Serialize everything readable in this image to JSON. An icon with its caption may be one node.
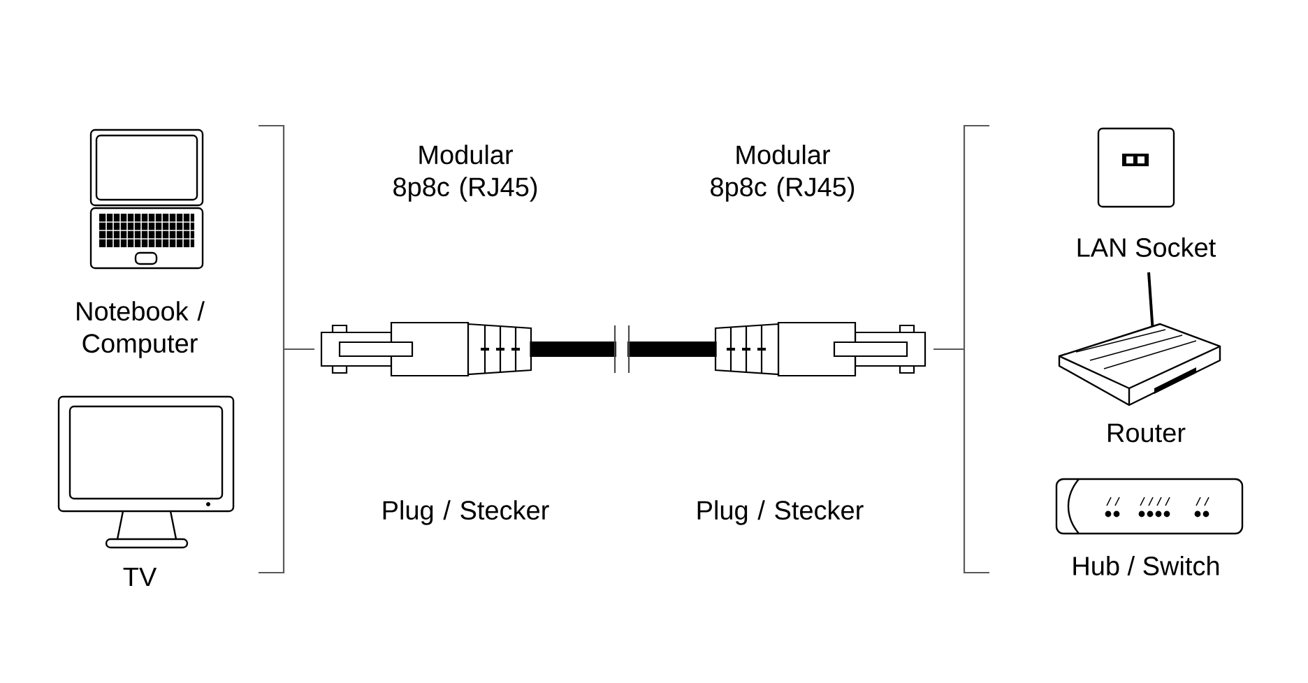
{
  "diagram": {
    "nodes": [
      {
        "text": [
          "Notebook / Computer"
        ]
      },
      {
        "text": [
          "TV"
        ]
      },
      {
        "text": [
          "LAN Socket"
        ]
      },
      {
        "text": [
          "Router"
        ]
      },
      {
        "text": [
          "Hub / Switch"
        ]
      },
      {
        "text": [
          "Modular 8p8c (RJ45)",
          "Plug / Stecker"
        ]
      },
      {
        "text": [
          "Modular 8p8c (RJ45)",
          "Plug / Stecker"
        ]
      }
    ],
    "edges": [
      {
        "from": 5,
        "to": 6,
        "arrow": "none"
      }
    ]
  }
}
